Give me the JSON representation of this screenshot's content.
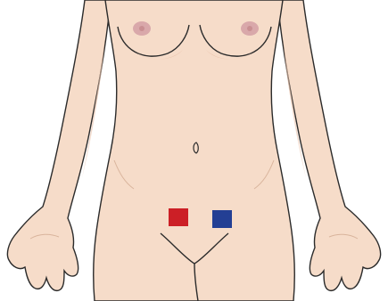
{
  "figure": {
    "subject": "female-torso-front-view",
    "colors": {
      "background": "#ffffff",
      "skin": "#f6dcc9",
      "skin_shadow": "#e9c3ab",
      "outline": "#2b2b2b",
      "areola": "#d9a8aa",
      "left_marker": "#cc1f26",
      "right_marker": "#233f94"
    }
  },
  "markers": [
    {
      "name": "left-lower-quadrant-marker",
      "color": "#cc1f26"
    },
    {
      "name": "right-lower-quadrant-marker",
      "color": "#233f94"
    }
  ]
}
